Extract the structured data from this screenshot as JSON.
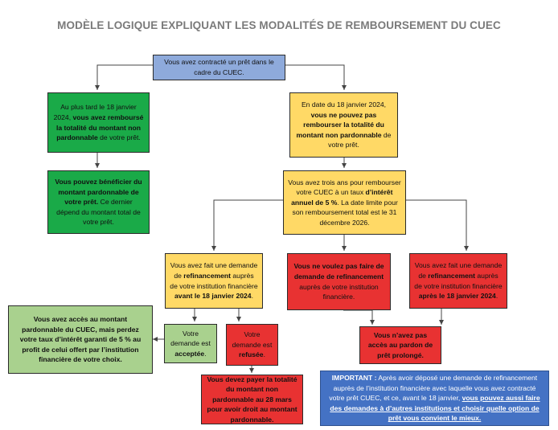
{
  "title": "MODÈLE LOGIQUE EXPLIQUANT LES MODALITÉS DE REMBOURSEMENT DU CUEC",
  "colors": {
    "blue": "#8eaadb",
    "green": "#1aaa48",
    "yellow": "#ffd966",
    "red": "#e83232",
    "light_green": "#a9d18e",
    "navy": "#4472c4"
  },
  "nodes": {
    "start": [
      "Vous avez contracté un prêt dans le cadre du CUEC."
    ],
    "paid_by_deadline": [
      "Au plus tard le 18 janvier 2024, ",
      "vous avez remboursé la totalité du montant non pardonnable",
      " de votre prêt."
    ],
    "forgiveness": [
      "Vous pouvez bénéficier du montant pardonnable de votre prêt.",
      " Ce dernier dépend du montant total de votre prêt."
    ],
    "cannot_pay": [
      "En date du 18 janvier 2024, ",
      "vous ne pouvez pas rembourser la totalité du montant non pardonnable",
      " de votre prêt."
    ],
    "three_years": [
      "Vous avez trois ans pour rembourser votre CUEC à un taux ",
      "d’intérêt annuel de 5 %",
      ". La date limite pour son remboursement total est le 31 décembre 2026."
    ],
    "refi_before": [
      "Vous avez fait une demande de ",
      "refinancement",
      " auprès de votre institution financière ",
      "avant le 18 janvier 2024",
      "."
    ],
    "no_refi": [
      "Vous ne voulez pas faire de demande de refinancement",
      " auprès de votre institution financière."
    ],
    "refi_after": [
      "Vous avez fait une demande de ",
      "refinancement",
      " auprès de votre institution financière ",
      "après le 18 janvier 2024",
      "."
    ],
    "accepted": [
      "Votre demande est ",
      "acceptée",
      "."
    ],
    "refused": [
      "Votre demande est ",
      "refusée",
      "."
    ],
    "lose_rate": [
      "Vous avez accès au montant pardonnable du CUEC, mais perdez votre taux d’intérêt garanti de 5 % au profit de celui offert par l’institution financière de votre choix."
    ],
    "no_pardon": [
      "Vous n’avez pas accès au pardon de prêt prolongé."
    ],
    "pay_total": [
      "Vous devez payer la totalité du montant non pardonnable au 28 mars pour avoir droit au montant pardonnable."
    ],
    "important": [
      "IMPORTANT :",
      " Après avoir déposé une demande de refinancement auprès de l’institution financière avec laquelle vous avez contracté votre prêt CUEC, et ce, avant le 18 janvier, ",
      "vous pouvez aussi faire des demandes à d’autres institutions et choisir quelle option de prêt vous convient le mieux."
    ]
  }
}
